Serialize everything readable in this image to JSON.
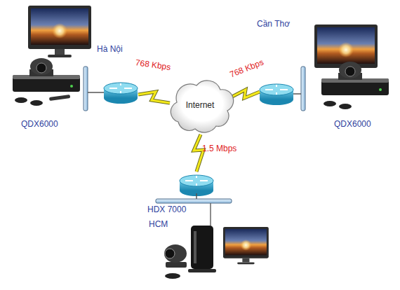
{
  "diagram": {
    "nodes": [
      {
        "text": [
          "Internet"
        ]
      }
    ],
    "labels": [
      "Hà Nội",
      "Cần Thơ",
      "768 Kbps",
      "768 Kbps",
      "QDX6000",
      "QDX6000",
      "1.5 Mbps",
      "HDX 7000",
      "HCM"
    ]
  }
}
